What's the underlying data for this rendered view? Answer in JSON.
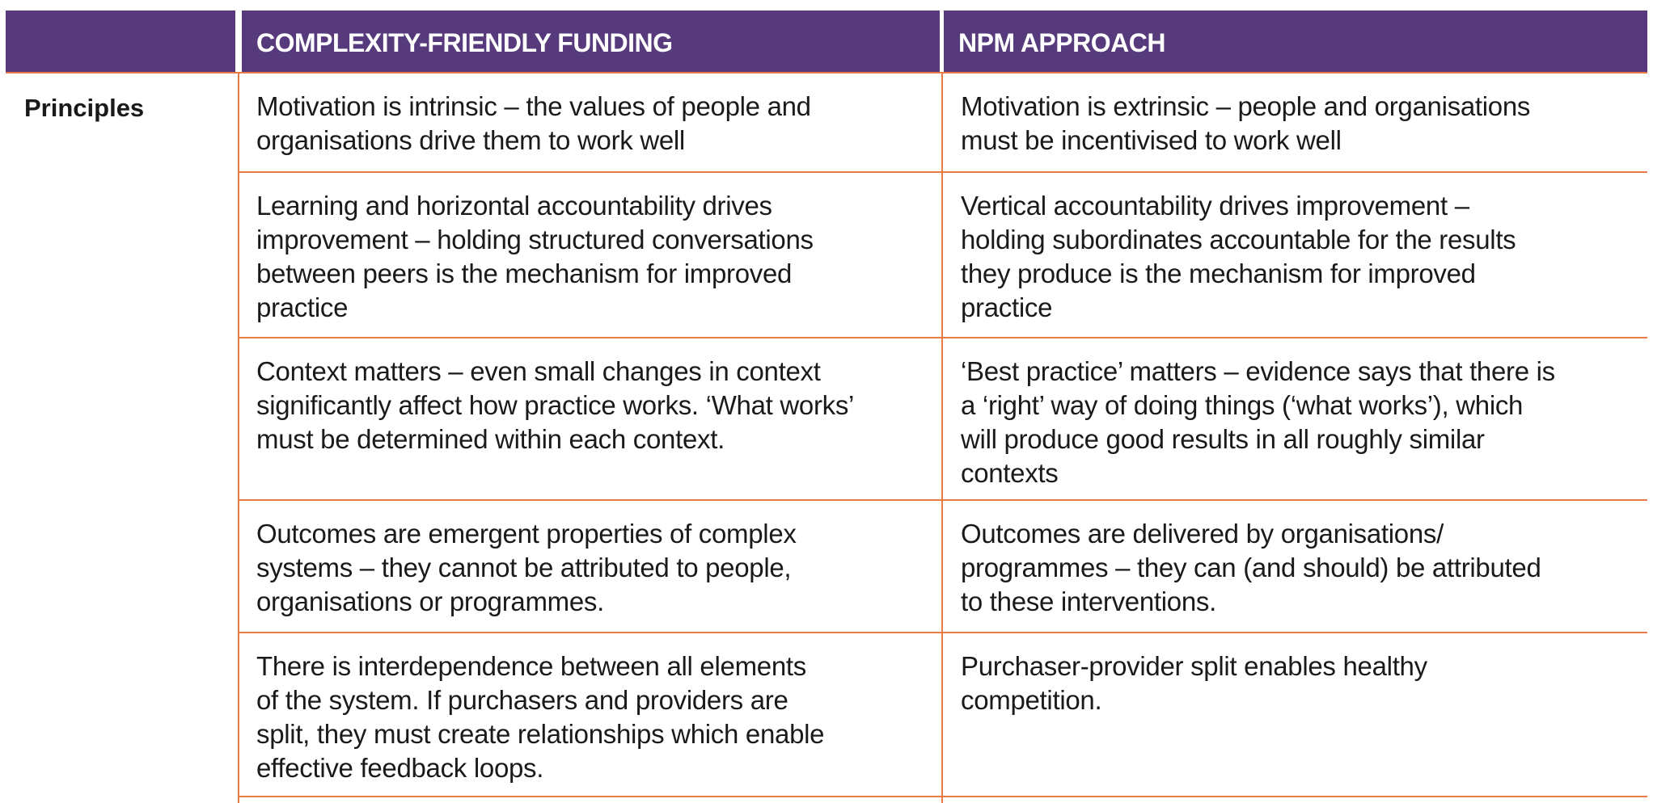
{
  "header": {
    "col1": "",
    "col2": "COMPLEXITY-FRIENDLY FUNDING",
    "col3": "NPM APPROACH"
  },
  "row_label": "Principles",
  "rows": [
    {
      "cf": [
        "Motivation is intrinsic – the values of people and",
        "organisations drive them to work well"
      ],
      "npm": [
        "Motivation is extrinsic – people and organisations",
        "must be incentivised to work well"
      ]
    },
    {
      "cf": [
        "Learning and horizontal accountability drives",
        "improvement – holding structured conversations",
        "between peers is the mechanism for improved",
        "practice"
      ],
      "npm": [
        "Vertical accountability drives improvement –",
        "holding subordinates accountable for the results",
        "they produce is the mechanism for improved",
        "practice"
      ]
    },
    {
      "cf": [
        "Context matters – even small changes in context",
        "significantly affect how practice works. ‘What works’",
        "must be determined within each context."
      ],
      "npm": [
        "‘Best practice’ matters – evidence says that there is",
        "a ‘right’ way of doing things (‘what works’), which",
        "will produce good results in all roughly similar",
        "contexts"
      ]
    },
    {
      "cf": [
        "Outcomes are emergent properties of complex",
        "systems – they cannot be attributed to people,",
        "organisations or programmes."
      ],
      "npm": [
        "Outcomes are delivered by organisations/",
        "programmes – they can (and should) be attributed",
        "to these interventions."
      ]
    },
    {
      "cf": [
        "There is interdependence between all elements",
        "of the system. If purchasers and providers are",
        "split, they must create relationships which enable",
        "effective feedback loops."
      ],
      "npm": [
        "Purchaser-provider split enables healthy",
        "competition."
      ]
    }
  ]
}
